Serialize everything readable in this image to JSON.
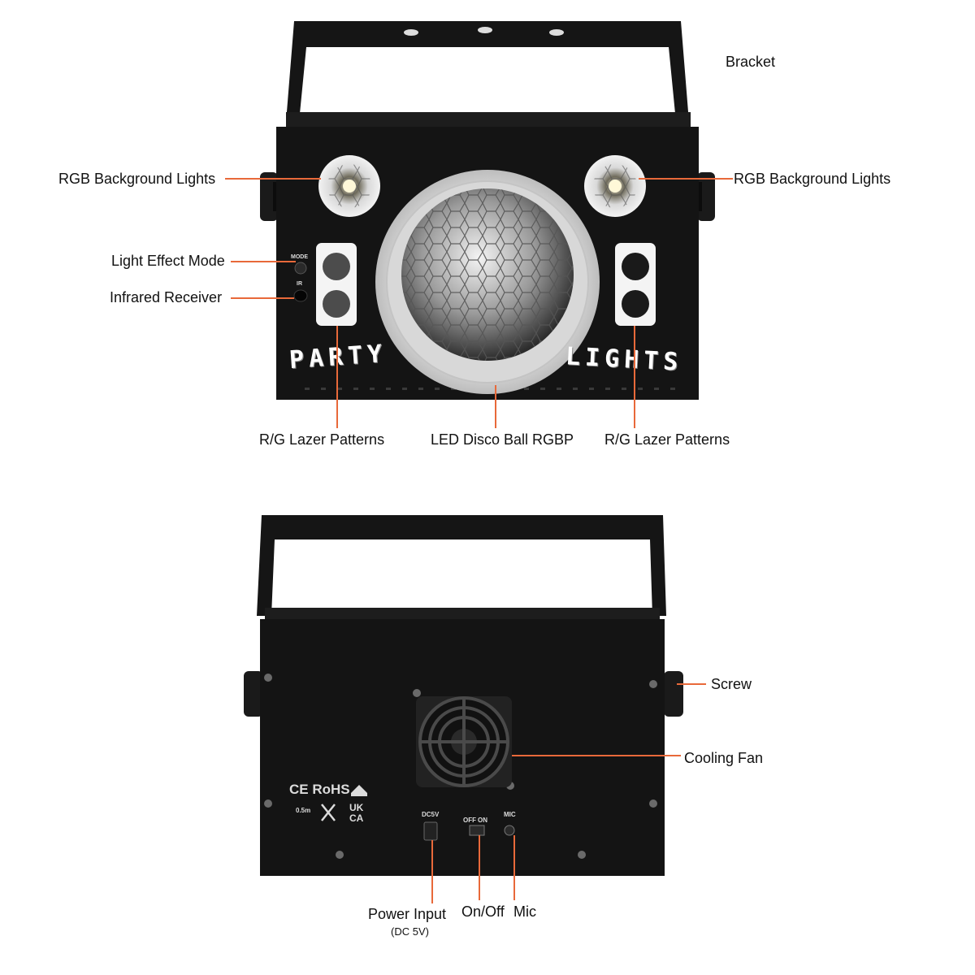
{
  "product_photos": {
    "front_view": {
      "deco_text_left": "PARTY",
      "deco_text_right": "LIGHTS",
      "panel_markings": {
        "mode": "MODE",
        "ir": "IR"
      }
    },
    "back_view": {
      "panel_markings": {
        "dc5v": "DC5V",
        "off": "OFF",
        "on": "ON",
        "mic": "MIC",
        "certifications": "CE RoHS",
        "uk_ca_top": "UK",
        "uk_ca_bottom": "CA",
        "length_mark": "0.5m"
      }
    }
  },
  "callouts": {
    "front": {
      "bracket": "Bracket",
      "rgb_left": "RGB Background Lights",
      "rgb_right": "RGB Background Lights",
      "light_effect_mode": "Light Effect Mode",
      "infrared_receiver": "Infrared Receiver",
      "rg_lazer_left": "R/G Lazer Patterns",
      "led_disco_ball": "LED Disco Ball RGBP",
      "rg_lazer_right": "R/G Lazer Patterns"
    },
    "back": {
      "screw": "Screw",
      "cooling_fan": "Cooling Fan",
      "power_input": "Power Input",
      "power_input_note": "(DC 5V)",
      "on_off": "On/Off",
      "mic": "Mic"
    }
  },
  "colors": {
    "leader_line": "#e8693a",
    "housing": "#141414",
    "label_text": "#111111"
  }
}
